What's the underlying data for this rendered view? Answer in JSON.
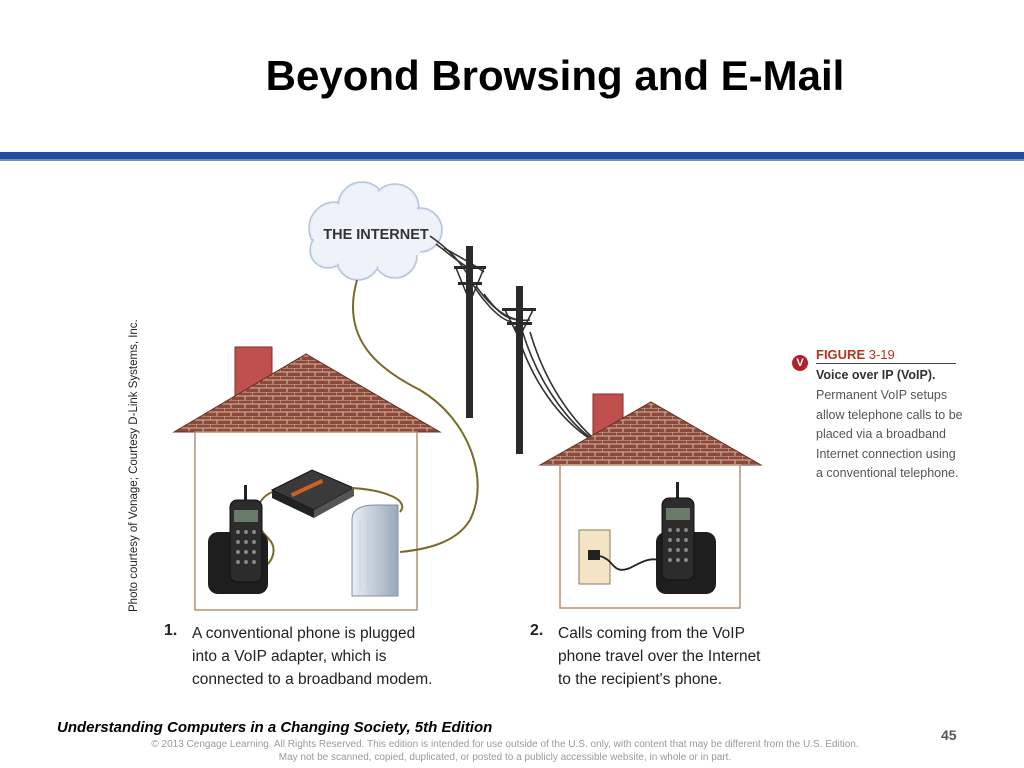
{
  "slide": {
    "title": "Beyond Browsing and E-Mail",
    "number": "45"
  },
  "diagram": {
    "cloud_label": "THE INTERNET",
    "photo_credit": "Photo courtesy of Vonage; Courtesy D-Link Systems, Inc.",
    "steps": [
      {
        "number": "1.",
        "lines": [
          "A conventional phone is plugged",
          "into a VoIP adapter, which is",
          "connected to a broadband modem."
        ]
      },
      {
        "number": "2.",
        "lines": [
          "Calls coming from the VoIP",
          "phone travel over the Internet",
          "to the recipient's phone."
        ]
      }
    ],
    "figure": {
      "badge": "V",
      "label": "FIGURE",
      "label_number": "3-19",
      "title": "Voice over IP (VoIP).",
      "description": "Permanent VoIP setups allow telephone calls to be placed via a broadband Internet connection using a conventional telephone."
    }
  },
  "footer": {
    "book": "Understanding Computers in a Changing Society, 5th Edition",
    "copyright_line1": "© 2013 Cengage Learning. All Rights Reserved. This edition is intended for use outside of the U.S. only, with content that may be different from the U.S. Edition.",
    "copyright_line2": "May not be scanned, copied, duplicated, or posted to a publicly accessible website, in whole or in part."
  },
  "colors": {
    "title_rule": "#1f4e9a",
    "roof": "#8b4a3a",
    "chimney": "#c0504d",
    "cable": "#7a6a2a",
    "figure_label": "#b8321c"
  }
}
